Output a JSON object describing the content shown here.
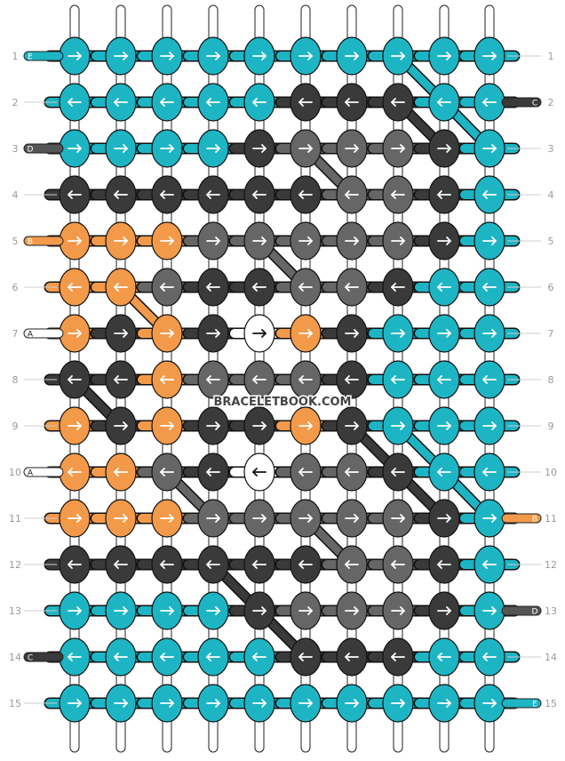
{
  "colors": {
    "E": "#1DB5C4",
    "D": "#555555",
    "B": "#F39A4A",
    "C": "#3A3A3A",
    "A": "#FFFFFF",
    "mid": "#666666",
    "outline": "#111111",
    "rowLabel": "#9a9a9a"
  },
  "watermark": "BRACELETBOOK.COM",
  "left_labels": [
    "E",
    "",
    "D",
    "",
    "B",
    "",
    "A",
    "",
    "",
    "A",
    "",
    "",
    "",
    "C",
    ""
  ],
  "right_labels": [
    "",
    "C",
    "",
    "",
    "",
    "",
    "",
    "",
    "",
    "",
    "B",
    "",
    "D",
    "",
    "E"
  ],
  "rows": [
    {
      "n": "1",
      "knots": [
        [
          "E",
          "r"
        ],
        [
          "E",
          "r"
        ],
        [
          "E",
          "r"
        ],
        [
          "E",
          "r"
        ],
        [
          "E",
          "r"
        ],
        [
          "E",
          "r"
        ],
        [
          "E",
          "r"
        ],
        [
          "E",
          "r"
        ],
        [
          "E",
          "r"
        ],
        [
          "E",
          "r"
        ]
      ]
    },
    {
      "n": "2",
      "knots": [
        [
          "E",
          "l"
        ],
        [
          "E",
          "l"
        ],
        [
          "E",
          "l"
        ],
        [
          "E",
          "l"
        ],
        [
          "E",
          "l"
        ],
        [
          "C",
          "l"
        ],
        [
          "C",
          "l"
        ],
        [
          "C",
          "l"
        ],
        [
          "E",
          "l"
        ],
        [
          "E",
          "l"
        ]
      ]
    },
    {
      "n": "3",
      "knots": [
        [
          "E",
          "r"
        ],
        [
          "E",
          "r"
        ],
        [
          "E",
          "r"
        ],
        [
          "E",
          "r"
        ],
        [
          "C",
          "r"
        ],
        [
          "M",
          "r"
        ],
        [
          "M",
          "r"
        ],
        [
          "M",
          "r"
        ],
        [
          "C",
          "r"
        ],
        [
          "E",
          "r"
        ]
      ]
    },
    {
      "n": "4",
      "knots": [
        [
          "C",
          "l"
        ],
        [
          "C",
          "l"
        ],
        [
          "C",
          "l"
        ],
        [
          "C",
          "l"
        ],
        [
          "C",
          "l"
        ],
        [
          "C",
          "l"
        ],
        [
          "M",
          "l"
        ],
        [
          "M",
          "l"
        ],
        [
          "C",
          "l"
        ],
        [
          "E",
          "l"
        ]
      ]
    },
    {
      "n": "5",
      "knots": [
        [
          "B",
          "r"
        ],
        [
          "B",
          "r"
        ],
        [
          "B",
          "r"
        ],
        [
          "M",
          "r"
        ],
        [
          "M",
          "r"
        ],
        [
          "M",
          "r"
        ],
        [
          "M",
          "r"
        ],
        [
          "M",
          "r"
        ],
        [
          "C",
          "r"
        ],
        [
          "E",
          "r"
        ]
      ]
    },
    {
      "n": "6",
      "knots": [
        [
          "B",
          "l"
        ],
        [
          "B",
          "l"
        ],
        [
          "M",
          "l"
        ],
        [
          "C",
          "l"
        ],
        [
          "C",
          "l"
        ],
        [
          "M",
          "l"
        ],
        [
          "M",
          "l"
        ],
        [
          "C",
          "l"
        ],
        [
          "E",
          "l"
        ],
        [
          "E",
          "l"
        ]
      ]
    },
    {
      "n": "7",
      "knots": [
        [
          "B",
          "r"
        ],
        [
          "C",
          "r"
        ],
        [
          "B",
          "r"
        ],
        [
          "C",
          "r"
        ],
        [
          "A",
          "r"
        ],
        [
          "B",
          "r"
        ],
        [
          "C",
          "r"
        ],
        [
          "E",
          "r"
        ],
        [
          "E",
          "r"
        ],
        [
          "E",
          "r"
        ]
      ]
    },
    {
      "n": "8",
      "knots": [
        [
          "C",
          "l"
        ],
        [
          "C",
          "l"
        ],
        [
          "B",
          "l"
        ],
        [
          "M",
          "l"
        ],
        [
          "M",
          "l"
        ],
        [
          "M",
          "l"
        ],
        [
          "C",
          "l"
        ],
        [
          "E",
          "l"
        ],
        [
          "E",
          "l"
        ],
        [
          "E",
          "l"
        ]
      ]
    },
    {
      "n": "9",
      "knots": [
        [
          "B",
          "r"
        ],
        [
          "C",
          "r"
        ],
        [
          "B",
          "r"
        ],
        [
          "C",
          "r"
        ],
        [
          "C",
          "r"
        ],
        [
          "B",
          "r"
        ],
        [
          "C",
          "r"
        ],
        [
          "E",
          "r"
        ],
        [
          "E",
          "r"
        ],
        [
          "E",
          "r"
        ]
      ]
    },
    {
      "n": "10",
      "knots": [
        [
          "B",
          "l"
        ],
        [
          "B",
          "l"
        ],
        [
          "M",
          "l"
        ],
        [
          "C",
          "l"
        ],
        [
          "A",
          "l"
        ],
        [
          "M",
          "l"
        ],
        [
          "M",
          "l"
        ],
        [
          "C",
          "l"
        ],
        [
          "E",
          "l"
        ],
        [
          "E",
          "l"
        ]
      ]
    },
    {
      "n": "11",
      "knots": [
        [
          "B",
          "r"
        ],
        [
          "B",
          "r"
        ],
        [
          "B",
          "r"
        ],
        [
          "M",
          "r"
        ],
        [
          "M",
          "r"
        ],
        [
          "M",
          "r"
        ],
        [
          "M",
          "r"
        ],
        [
          "M",
          "r"
        ],
        [
          "C",
          "r"
        ],
        [
          "E",
          "r"
        ]
      ]
    },
    {
      "n": "12",
      "knots": [
        [
          "C",
          "l"
        ],
        [
          "C",
          "l"
        ],
        [
          "C",
          "l"
        ],
        [
          "C",
          "l"
        ],
        [
          "C",
          "l"
        ],
        [
          "C",
          "l"
        ],
        [
          "M",
          "l"
        ],
        [
          "M",
          "l"
        ],
        [
          "C",
          "l"
        ],
        [
          "E",
          "l"
        ]
      ]
    },
    {
      "n": "13",
      "knots": [
        [
          "E",
          "r"
        ],
        [
          "E",
          "r"
        ],
        [
          "E",
          "r"
        ],
        [
          "E",
          "r"
        ],
        [
          "C",
          "r"
        ],
        [
          "M",
          "r"
        ],
        [
          "M",
          "r"
        ],
        [
          "M",
          "r"
        ],
        [
          "C",
          "r"
        ],
        [
          "E",
          "r"
        ]
      ]
    },
    {
      "n": "14",
      "knots": [
        [
          "E",
          "l"
        ],
        [
          "E",
          "l"
        ],
        [
          "E",
          "l"
        ],
        [
          "E",
          "l"
        ],
        [
          "E",
          "l"
        ],
        [
          "C",
          "l"
        ],
        [
          "C",
          "l"
        ],
        [
          "C",
          "l"
        ],
        [
          "E",
          "l"
        ],
        [
          "E",
          "l"
        ]
      ]
    },
    {
      "n": "15",
      "knots": [
        [
          "E",
          "r"
        ],
        [
          "E",
          "r"
        ],
        [
          "E",
          "r"
        ],
        [
          "E",
          "r"
        ],
        [
          "E",
          "r"
        ],
        [
          "E",
          "r"
        ],
        [
          "E",
          "r"
        ],
        [
          "E",
          "r"
        ],
        [
          "E",
          "r"
        ],
        [
          "E",
          "r"
        ]
      ]
    }
  ]
}
